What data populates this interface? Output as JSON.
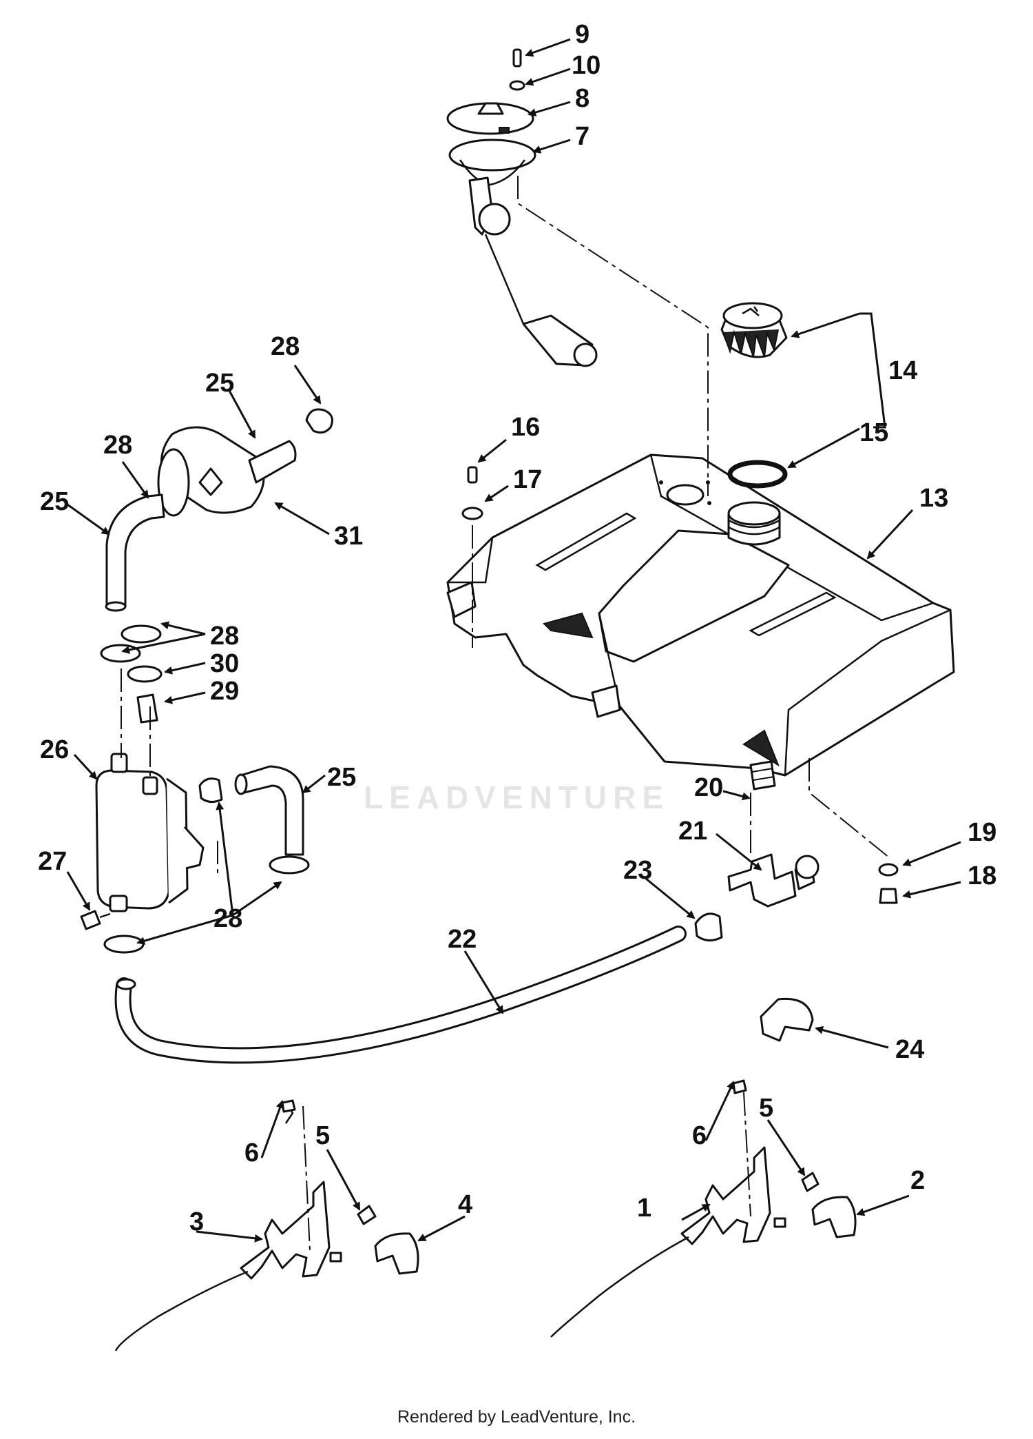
{
  "diagram": {
    "callouts": [
      {
        "id": "c1",
        "text": "1"
      },
      {
        "id": "c2",
        "text": "2"
      },
      {
        "id": "c3",
        "text": "3"
      },
      {
        "id": "c4",
        "text": "4"
      },
      {
        "id": "c5a",
        "text": "5"
      },
      {
        "id": "c5b",
        "text": "5"
      },
      {
        "id": "c6a",
        "text": "6"
      },
      {
        "id": "c6b",
        "text": "6"
      },
      {
        "id": "c7",
        "text": "7"
      },
      {
        "id": "c8",
        "text": "8"
      },
      {
        "id": "c9",
        "text": "9"
      },
      {
        "id": "c10",
        "text": "10"
      },
      {
        "id": "c13",
        "text": "13"
      },
      {
        "id": "c14",
        "text": "14"
      },
      {
        "id": "c15",
        "text": "15"
      },
      {
        "id": "c16",
        "text": "16"
      },
      {
        "id": "c17",
        "text": "17"
      },
      {
        "id": "c18",
        "text": "18"
      },
      {
        "id": "c19",
        "text": "19"
      },
      {
        "id": "c20",
        "text": "20"
      },
      {
        "id": "c21",
        "text": "21"
      },
      {
        "id": "c22",
        "text": "22"
      },
      {
        "id": "c23",
        "text": "23"
      },
      {
        "id": "c24",
        "text": "24"
      },
      {
        "id": "c25a",
        "text": "25"
      },
      {
        "id": "c25b",
        "text": "25"
      },
      {
        "id": "c25c",
        "text": "25"
      },
      {
        "id": "c26",
        "text": "26"
      },
      {
        "id": "c27",
        "text": "27"
      },
      {
        "id": "c28a",
        "text": "28"
      },
      {
        "id": "c28b",
        "text": "28"
      },
      {
        "id": "c28c",
        "text": "28"
      },
      {
        "id": "c28d",
        "text": "28"
      },
      {
        "id": "c29",
        "text": "29"
      },
      {
        "id": "c30",
        "text": "30"
      },
      {
        "id": "c31",
        "text": "31"
      }
    ]
  },
  "watermark": "LEADVENTURE",
  "footer": "Rendered by LeadVenture, Inc."
}
